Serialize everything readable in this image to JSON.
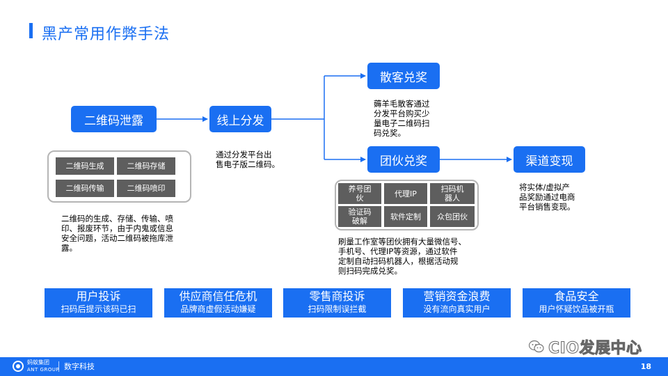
{
  "title": "黑产常用作弊手法",
  "flow": {
    "leak": "二维码泄露",
    "online": "线上分发",
    "retail": "散客兑奖",
    "gang": "团伙兑奖",
    "channel": "渠道变现"
  },
  "qr_chips": [
    "二维码生成",
    "二维码存储",
    "二维码传输",
    "二维码喷印"
  ],
  "gang_chips": [
    "养号团伙",
    "代理IP",
    "扫码机器人",
    "验证码破解",
    "软件定制",
    "众包团伙"
  ],
  "desc": {
    "leak": [
      "二维码的生成、存储、传输、喷",
      "印、报废环节，由于内鬼或信息",
      "安全问题，活动二维码被拖库泄",
      "露。"
    ],
    "online": [
      "通过分发平台出",
      "售电子版二维码。"
    ],
    "retail": [
      "薅羊毛散客通过",
      "分发平台购买少",
      "量电子二维码扫",
      "码兑奖。"
    ],
    "gang": [
      "刷量工作室等团伙拥有大量微信号、",
      "手机号、代理IP等资源，通过软件",
      "定制自动扫码机器人，根据活动规",
      "则扫码完成兑奖。"
    ],
    "channel": [
      "将实体/虚拟产",
      "品奖励通过电商",
      "平台销售变现。"
    ]
  },
  "risks": [
    {
      "title": "用户投诉",
      "sub": "扫码后提示该码已扫"
    },
    {
      "title": "供应商信任危机",
      "sub": "品牌商虚假活动嫌疑"
    },
    {
      "title": "零售商投诉",
      "sub": "扫码限制误拦截"
    },
    {
      "title": "营销资金浪费",
      "sub": "没有流向真实用户"
    },
    {
      "title": "食品安全",
      "sub": "用户怀疑饮品被开瓶"
    }
  ],
  "footer": {
    "brand_cn": "蚂蚁集团",
    "brand_en": "ANT GROUP",
    "dept": "数字科技",
    "page": "18"
  },
  "watermark": "CIO发展中心",
  "colors": {
    "accent": "#1a6ff2",
    "chip": "#5e5e5e",
    "frame": "#b5b5b5"
  }
}
